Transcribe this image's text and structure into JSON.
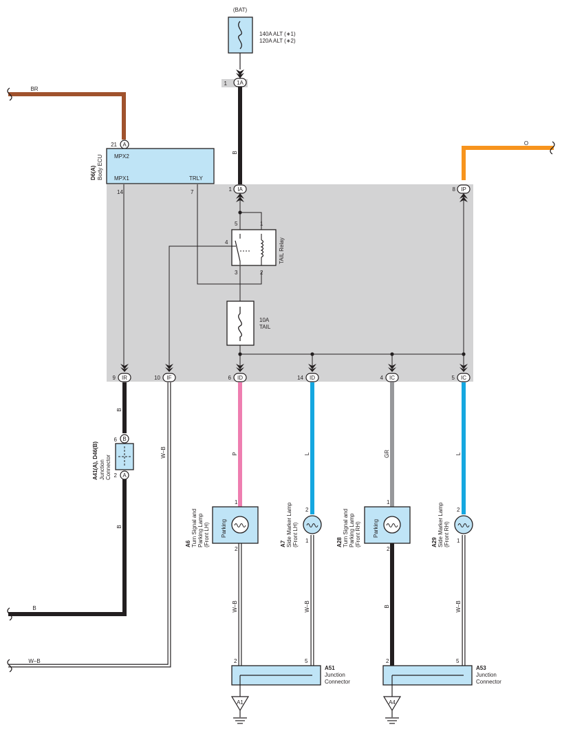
{
  "colors": {
    "shaded_area": "#d3d3d4",
    "component_fill": "#bfe4f6",
    "wire_BR": "#a0522d",
    "wire_O": "#f7941d",
    "wire_B": "#231f20",
    "wire_P": "#ee7eb0",
    "wire_L": "#15a7e0",
    "wire_GR": "#97989b"
  },
  "battery": {
    "label": "(BAT)",
    "fuse_line1": "140A ALT (∗1)",
    "fuse_line2": "120A ALT (∗2)",
    "pin": "1",
    "connector": "1A"
  },
  "wires": {
    "br": "BR",
    "o": "O",
    "bat_wire": "B",
    "ir_wire": "B",
    "jc_wire": "B",
    "bottom_b": "B",
    "if_wire": "W–B",
    "bottom_wb": "W–B",
    "p": "P",
    "l1": "L",
    "gr": "GR",
    "l2": "L",
    "a6_gnd": "W–B",
    "a7_gnd": "W–B",
    "a28_gnd": "B",
    "a29_gnd": "W–B"
  },
  "ecu": {
    "code": "D6(A)",
    "name": "Body ECU",
    "top_pin": "21",
    "top_conn": "A",
    "mpx2": "MPX2",
    "mpx1": "MPX1",
    "trly": "TRLY",
    "pin_mpx1": "14",
    "pin_trly": "7"
  },
  "junction_top": {
    "ia_pin": "1",
    "ia_conn": "IA",
    "ip_pin": "8",
    "ip_conn": "IP"
  },
  "relay": {
    "label": "TAIL Relay",
    "p5": "5",
    "p1": "1",
    "p4": "4",
    "p3": "3",
    "p2": "2"
  },
  "fuse_tail": {
    "line1": "10A",
    "line2": "TAIL"
  },
  "bottom_connectors": [
    {
      "pin": "9",
      "conn": "IR"
    },
    {
      "pin": "10",
      "conn": "IF"
    },
    {
      "pin": "6",
      "conn": "ID"
    },
    {
      "pin": "14",
      "conn": "ID"
    },
    {
      "pin": "4",
      "conn": "IC"
    },
    {
      "pin": "5",
      "conn": "IC"
    }
  ],
  "junction_connector": {
    "code": "A41(A), D46(B)",
    "line1": "Junction",
    "line2": "Connector",
    "pin_top": "6",
    "conn_top": "B",
    "pin_bottom": "2",
    "conn_bottom": "A"
  },
  "lamps": {
    "a6": {
      "code": "A6",
      "l1": "Turn Signal and",
      "l2": "Parking Lamp",
      "l3": "(Front LH)",
      "inner": "Parking",
      "pin_in": "1",
      "pin_out": "2"
    },
    "a7": {
      "code": "A7",
      "l1": "Side Marker Lamp",
      "l2": "(Front LH)",
      "pin_in": "2",
      "pin_out": "1"
    },
    "a28": {
      "code": "A28",
      "l1": "Turn Signal and",
      "l2": "Parking Lamp",
      "l3": "(Front RH)",
      "inner": "Parking",
      "pin_in": "1",
      "pin_out": "2"
    },
    "a29": {
      "code": "A29",
      "l1": "Side Marker Lamp",
      "l2": "(Front RH)",
      "pin_in": "2",
      "pin_out": "1"
    }
  },
  "junctions_bottom": {
    "a51": {
      "code": "A51",
      "l1": "Junction",
      "l2": "Connector",
      "p_left": "2",
      "p_right": "5",
      "ground": "A1"
    },
    "a53": {
      "code": "A53",
      "l1": "Junction",
      "l2": "Connector",
      "p_left": "2",
      "p_right": "5",
      "ground": "A4"
    }
  }
}
